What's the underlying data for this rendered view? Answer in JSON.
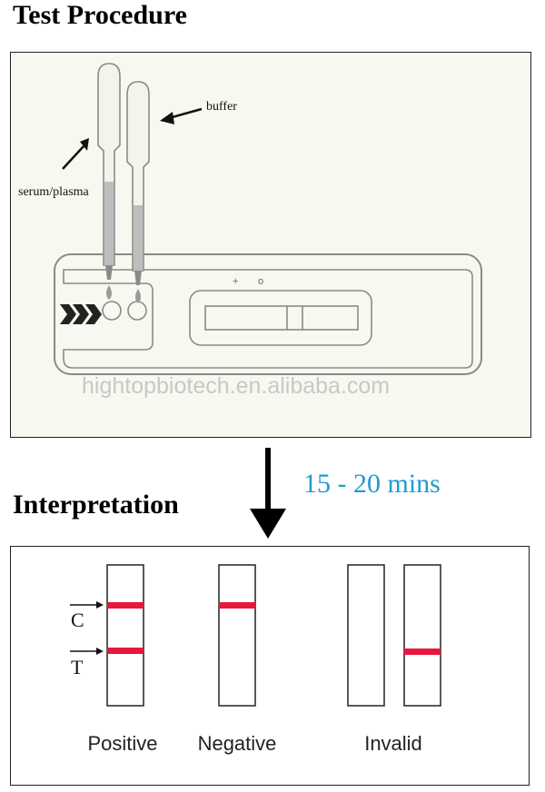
{
  "title": "Test Procedure",
  "procedure": {
    "buffer_label": "buffer",
    "sample_label": "serum/plasma",
    "watermark": "hightopbiotech.en.alibaba.com"
  },
  "duration": "15 - 20 mins",
  "interpretation": {
    "title": "Interpretation",
    "c_label": "C",
    "t_label": "T",
    "positive": "Positive",
    "negative": "Negative",
    "invalid": "Invalid"
  },
  "colors": {
    "result_line": "#e8173f",
    "duration_text": "#1e9bd2"
  }
}
